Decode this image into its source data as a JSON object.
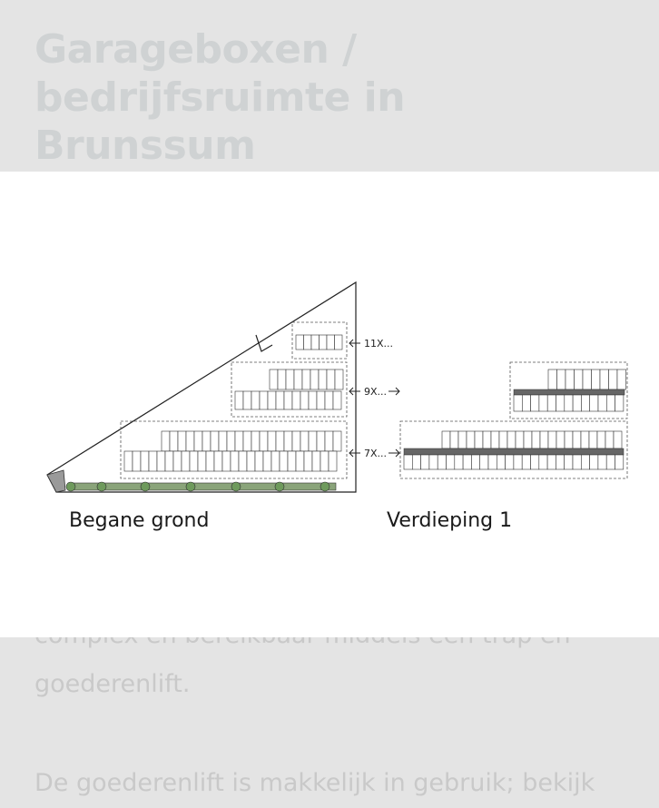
{
  "page": {
    "title": "Garageboxen / bedrijfsruimte in Brunssum",
    "paragraph_lines": [
      "complex en bereikbaar middels een trap en",
      "goederenlift.",
      "De goederenlift is makkelijk in gebruik; bekijk"
    ]
  },
  "floorplan": {
    "ground_label": "Begane grond",
    "upper_label": "Verdieping 1",
    "row_counts": [
      "11X...",
      "9X...",
      "7X..."
    ]
  },
  "colors": {
    "background": "#e4e4e4",
    "lightbox": "#ffffff",
    "title_text": "#cfd2d3",
    "greenery": "#6e9a5c"
  }
}
